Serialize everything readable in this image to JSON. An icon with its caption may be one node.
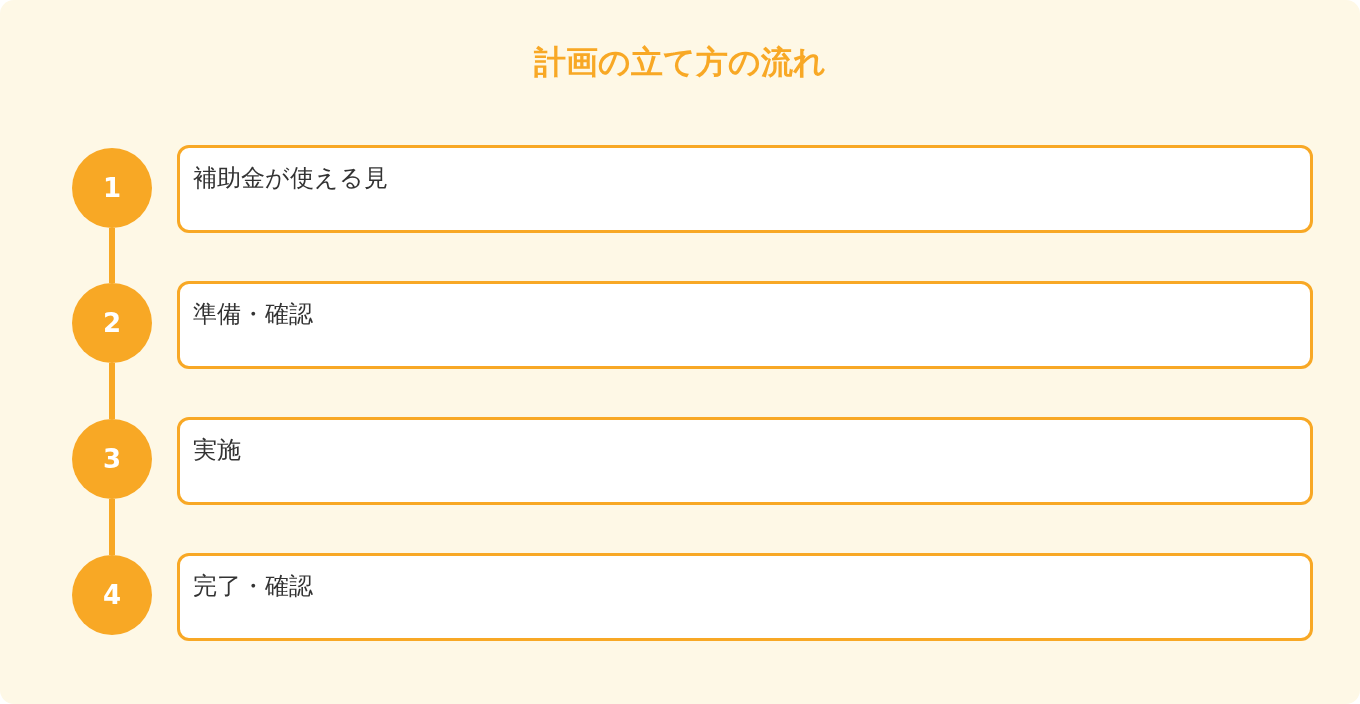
{
  "diagram": {
    "title": "計画の立て方の流れ",
    "nodes": [
      {
        "text": [
          "1"
        ]
      },
      {
        "text": [
          "補助金が使える見"
        ]
      },
      {
        "text": [
          "2"
        ]
      },
      {
        "text": [
          "準備・確認"
        ]
      },
      {
        "text": [
          "3"
        ]
      },
      {
        "text": [
          "実施"
        ]
      },
      {
        "text": [
          "4"
        ]
      },
      {
        "text": [
          "完了・確認"
        ]
      }
    ],
    "edges": [
      {
        "from": 0,
        "to": 2,
        "arrow": "none"
      },
      {
        "from": 2,
        "to": 4,
        "arrow": "none"
      },
      {
        "from": 4,
        "to": 6,
        "arrow": "none"
      }
    ]
  }
}
